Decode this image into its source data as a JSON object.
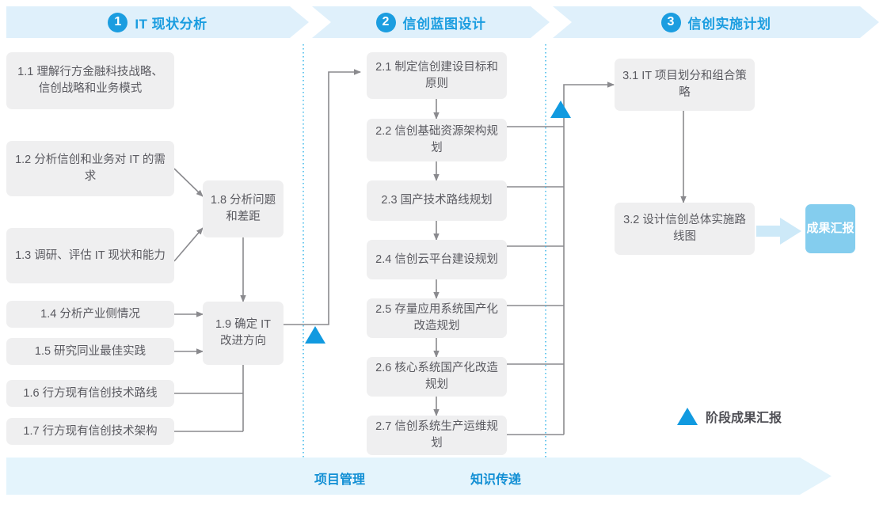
{
  "phases": [
    {
      "num": "1",
      "title": "IT 现状分析"
    },
    {
      "num": "2",
      "title": "信创蓝图设计"
    },
    {
      "num": "3",
      "title": "信创实施计划"
    }
  ],
  "boxes": {
    "b11": "1.1 理解行方金融科技战略、信创战略和业务模式",
    "b12": "1.2 分析信创和业务对 IT 的需求",
    "b13": "1.3 调研、评估 IT 现状和能力",
    "b14": "1.4 分析产业侧情况",
    "b15": "1.5 研究同业最佳实践",
    "b16": "1.6 行方现有信创技术路线",
    "b17": "1.7 行方现有信创技术架构",
    "b18": "1.8 分析问题和差距",
    "b19": "1.9 确定 IT 改进方向",
    "b21": "2.1 制定信创建设目标和原则",
    "b22": "2.2 信创基础资源架构规划",
    "b23": "2.3 国产技术路线规划",
    "b24": "2.4 信创云平台建设规划",
    "b25": "2.5 存量应用系统国产化改造规划",
    "b26": "2.6 核心系统国产化改造规划",
    "b27": "2.7 信创系统生产运维规划",
    "b31": "3.1 IT 项目划分和组合策略",
    "b32": "3.2 设计信创总体实施路线图"
  },
  "result_chip": "成果汇报",
  "legend": {
    "label": "阶段成果汇报"
  },
  "footer": {
    "left_label": "项目管理",
    "right_label": "知识传递"
  },
  "colors": {
    "accent": "#1b9de0",
    "band": "#dff0fb",
    "box": "#efeff0",
    "box_text": "#5a5a60",
    "chip": "#84cdee",
    "footer_band": "#e4f4fc",
    "wire": "#8a8a8e",
    "divider": "#2fb3e8"
  }
}
